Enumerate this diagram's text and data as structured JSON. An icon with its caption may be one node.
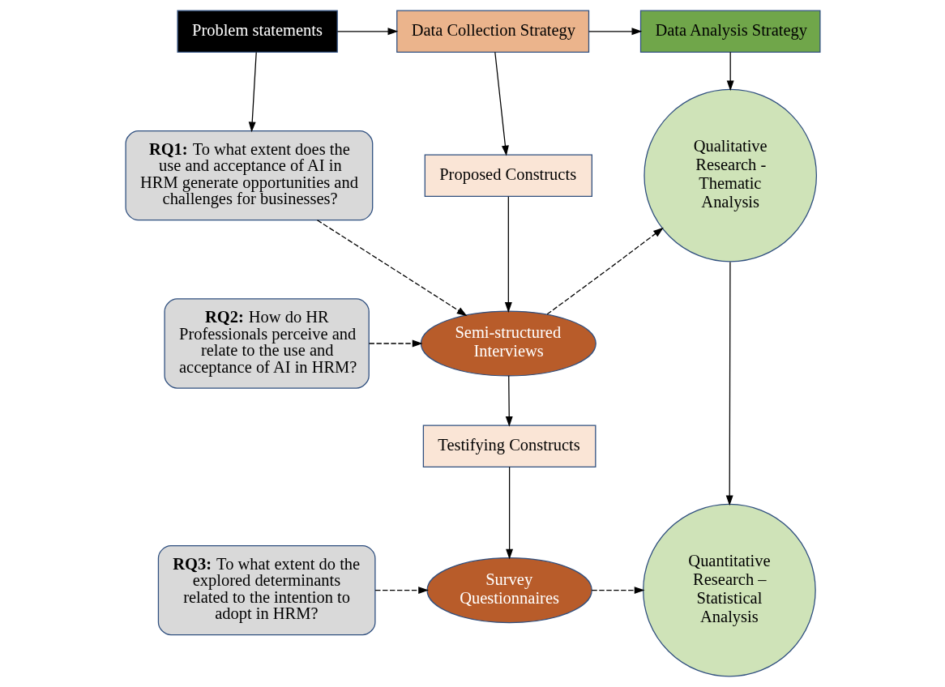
{
  "diagram": {
    "nodes": [
      {
        "text": [
          "Problem statements"
        ]
      },
      {
        "text": [
          "Data Collection Strategy"
        ]
      },
      {
        "text": [
          "Data Analysis Strategy"
        ]
      },
      {
        "text": [
          "Proposed Constructs"
        ]
      },
      {
        "text": [
          "**RQ1:** To what extent does the use and acceptance of AI in HRM generate opportunities and challenges for businesses?"
        ]
      },
      {
        "text": [
          "Qualitative Research - Thematic Analysis"
        ]
      },
      {
        "text": [
          "Semi-structured Interviews"
        ]
      },
      {
        "text": [
          "**RQ2:** How do HR Professionals perceive and relate to the use and acceptance of AI in HRM?"
        ]
      },
      {
        "text": [
          "Testifying Constructs"
        ]
      },
      {
        "text": [
          "Quantitative Research – Statistical Analysis"
        ]
      },
      {
        "text": [
          "**RQ3:** To what extent do the explored determinants related to the intention to adopt in HRM?"
        ]
      },
      {
        "text": [
          "Survey Questionnaires"
        ]
      }
    ],
    "edges": [
      {
        "from": 0,
        "to": 1,
        "arrow": "to"
      },
      {
        "from": 1,
        "to": 2,
        "arrow": "to"
      },
      {
        "from": 0,
        "to": 4,
        "arrow": "to"
      },
      {
        "from": 1,
        "to": 3,
        "arrow": "to"
      },
      {
        "from": 2,
        "to": 5,
        "arrow": "to"
      },
      {
        "from": 4,
        "to": 6,
        "arrow": "to",
        "style": "dashed"
      },
      {
        "from": 7,
        "to": 6,
        "arrow": "to",
        "style": "dashed"
      },
      {
        "from": 3,
        "to": 6,
        "arrow": "to"
      },
      {
        "from": 6,
        "to": 5,
        "arrow": "to",
        "style": "dashed"
      },
      {
        "from": 6,
        "to": 8,
        "arrow": "to"
      },
      {
        "from": 5,
        "to": 9,
        "arrow": "to"
      },
      {
        "from": 8,
        "to": 11,
        "arrow": "to"
      },
      {
        "from": 10,
        "to": 11,
        "arrow": "to",
        "style": "dashed"
      },
      {
        "from": 11,
        "to": 9,
        "arrow": "to",
        "style": "dashed"
      }
    ]
  }
}
